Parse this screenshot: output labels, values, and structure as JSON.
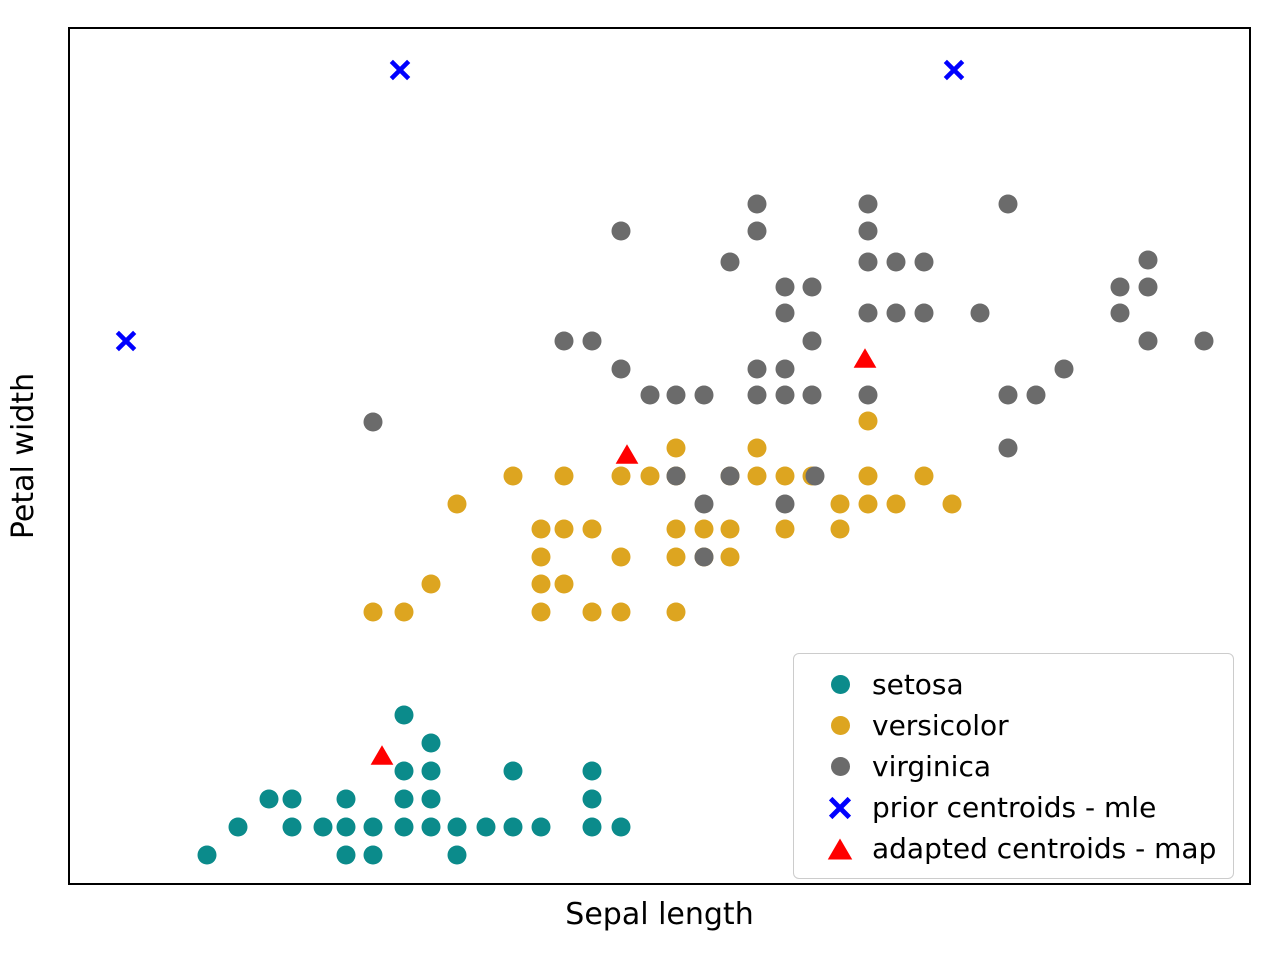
{
  "chart_data": {
    "type": "scatter",
    "title": "",
    "xlabel": "Sepal length",
    "ylabel": "Petal width",
    "xticks": [],
    "yticks": [],
    "grid": false,
    "legend_position": "lower right",
    "colors": {
      "setosa": "#0b8b8b",
      "versicolor": "#dda520",
      "virginica": "#6b6b6b",
      "prior_centroids": "#0000ff",
      "adapted_centroids": "#ff0000",
      "frame": "#000000",
      "background": "#ffffff"
    },
    "series": [
      {
        "name": "setosa",
        "marker": "circle",
        "color": "#0b8b8b",
        "points": [
          [
            205,
            853
          ],
          [
            236,
            825
          ],
          [
            267,
            797
          ],
          [
            290,
            797
          ],
          [
            290,
            825
          ],
          [
            321,
            825
          ],
          [
            344,
            797
          ],
          [
            344,
            825
          ],
          [
            344,
            853
          ],
          [
            371,
            825
          ],
          [
            371,
            853
          ],
          [
            402,
            713
          ],
          [
            402,
            769
          ],
          [
            402,
            797
          ],
          [
            402,
            825
          ],
          [
            429,
            741
          ],
          [
            429,
            769
          ],
          [
            429,
            797
          ],
          [
            429,
            825
          ],
          [
            455,
            825
          ],
          [
            455,
            853
          ],
          [
            484,
            825
          ],
          [
            511,
            769
          ],
          [
            511,
            825
          ],
          [
            539,
            825
          ],
          [
            590,
            769
          ],
          [
            590,
            797
          ],
          [
            590,
            825
          ],
          [
            619,
            825
          ]
        ]
      },
      {
        "name": "versicolor",
        "marker": "circle",
        "color": "#dda520",
        "points": [
          [
            371,
            610
          ],
          [
            402,
            610
          ],
          [
            429,
            582
          ],
          [
            455,
            502
          ],
          [
            511,
            474
          ],
          [
            539,
            527
          ],
          [
            539,
            555
          ],
          [
            539,
            582
          ],
          [
            539,
            610
          ],
          [
            562,
            527
          ],
          [
            562,
            582
          ],
          [
            562,
            474
          ],
          [
            590,
            527
          ],
          [
            590,
            610
          ],
          [
            619,
            555
          ],
          [
            619,
            610
          ],
          [
            619,
            474
          ],
          [
            648,
            474
          ],
          [
            674,
            446
          ],
          [
            674,
            474
          ],
          [
            674,
            527
          ],
          [
            674,
            555
          ],
          [
            674,
            610
          ],
          [
            702,
            527
          ],
          [
            702,
            555
          ],
          [
            728,
            474
          ],
          [
            728,
            527
          ],
          [
            728,
            555
          ],
          [
            755,
            446
          ],
          [
            755,
            474
          ],
          [
            783,
            474
          ],
          [
            783,
            527
          ],
          [
            810,
            474
          ],
          [
            838,
            502
          ],
          [
            838,
            527
          ],
          [
            866,
            474
          ],
          [
            866,
            502
          ],
          [
            894,
            502
          ],
          [
            922,
            474
          ],
          [
            950,
            502
          ],
          [
            866,
            419
          ]
        ]
      },
      {
        "name": "virginica",
        "marker": "circle",
        "color": "#6b6b6b",
        "points": [
          [
            371,
            420
          ],
          [
            562,
            339
          ],
          [
            590,
            339
          ],
          [
            619,
            229
          ],
          [
            619,
            367
          ],
          [
            648,
            393
          ],
          [
            674,
            393
          ],
          [
            702,
            393
          ],
          [
            728,
            260
          ],
          [
            755,
            202
          ],
          [
            755,
            229
          ],
          [
            755,
            367
          ],
          [
            755,
            393
          ],
          [
            783,
            285
          ],
          [
            783,
            311
          ],
          [
            783,
            367
          ],
          [
            783,
            393
          ],
          [
            810,
            285
          ],
          [
            810,
            339
          ],
          [
            810,
            393
          ],
          [
            866,
            202
          ],
          [
            866,
            229
          ],
          [
            866,
            260
          ],
          [
            866,
            311
          ],
          [
            866,
            393
          ],
          [
            894,
            260
          ],
          [
            894,
            311
          ],
          [
            922,
            260
          ],
          [
            922,
            311
          ],
          [
            978,
            311
          ],
          [
            1006,
            202
          ],
          [
            1006,
            393
          ],
          [
            1034,
            393
          ],
          [
            1006,
            446
          ],
          [
            1062,
            367
          ],
          [
            1118,
            311
          ],
          [
            1118,
            285
          ],
          [
            1146,
            258
          ],
          [
            1146,
            285
          ],
          [
            1146,
            339
          ],
          [
            1202,
            339
          ],
          [
            783,
            502
          ],
          [
            702,
            502
          ],
          [
            674,
            474
          ],
          [
            728,
            474
          ],
          [
            813,
            474
          ],
          [
            702,
            555
          ]
        ]
      },
      {
        "name": "prior centroids - mle",
        "marker": "x",
        "color": "#0000ff",
        "points": [
          [
            398,
            68
          ],
          [
            952,
            68
          ],
          [
            124,
            339
          ]
        ]
      },
      {
        "name": "adapted centroids - map",
        "marker": "triangle",
        "color": "#ff0000",
        "points": [
          [
            380,
            753
          ],
          [
            625,
            452
          ],
          [
            863,
            356
          ]
        ]
      }
    ]
  },
  "legend": {
    "items": [
      {
        "label": "setosa",
        "marker": "circle",
        "color": "#0b8b8b"
      },
      {
        "label": "versicolor",
        "marker": "circle",
        "color": "#dda520"
      },
      {
        "label": "virginica",
        "marker": "circle",
        "color": "#6b6b6b"
      },
      {
        "label": "prior centroids - mle",
        "marker": "x",
        "color": "#0000ff"
      },
      {
        "label": "adapted centroids - map",
        "marker": "triangle",
        "color": "#ff0000"
      }
    ]
  },
  "axes": {
    "xlabel": "Sepal length",
    "ylabel": "Petal width"
  }
}
